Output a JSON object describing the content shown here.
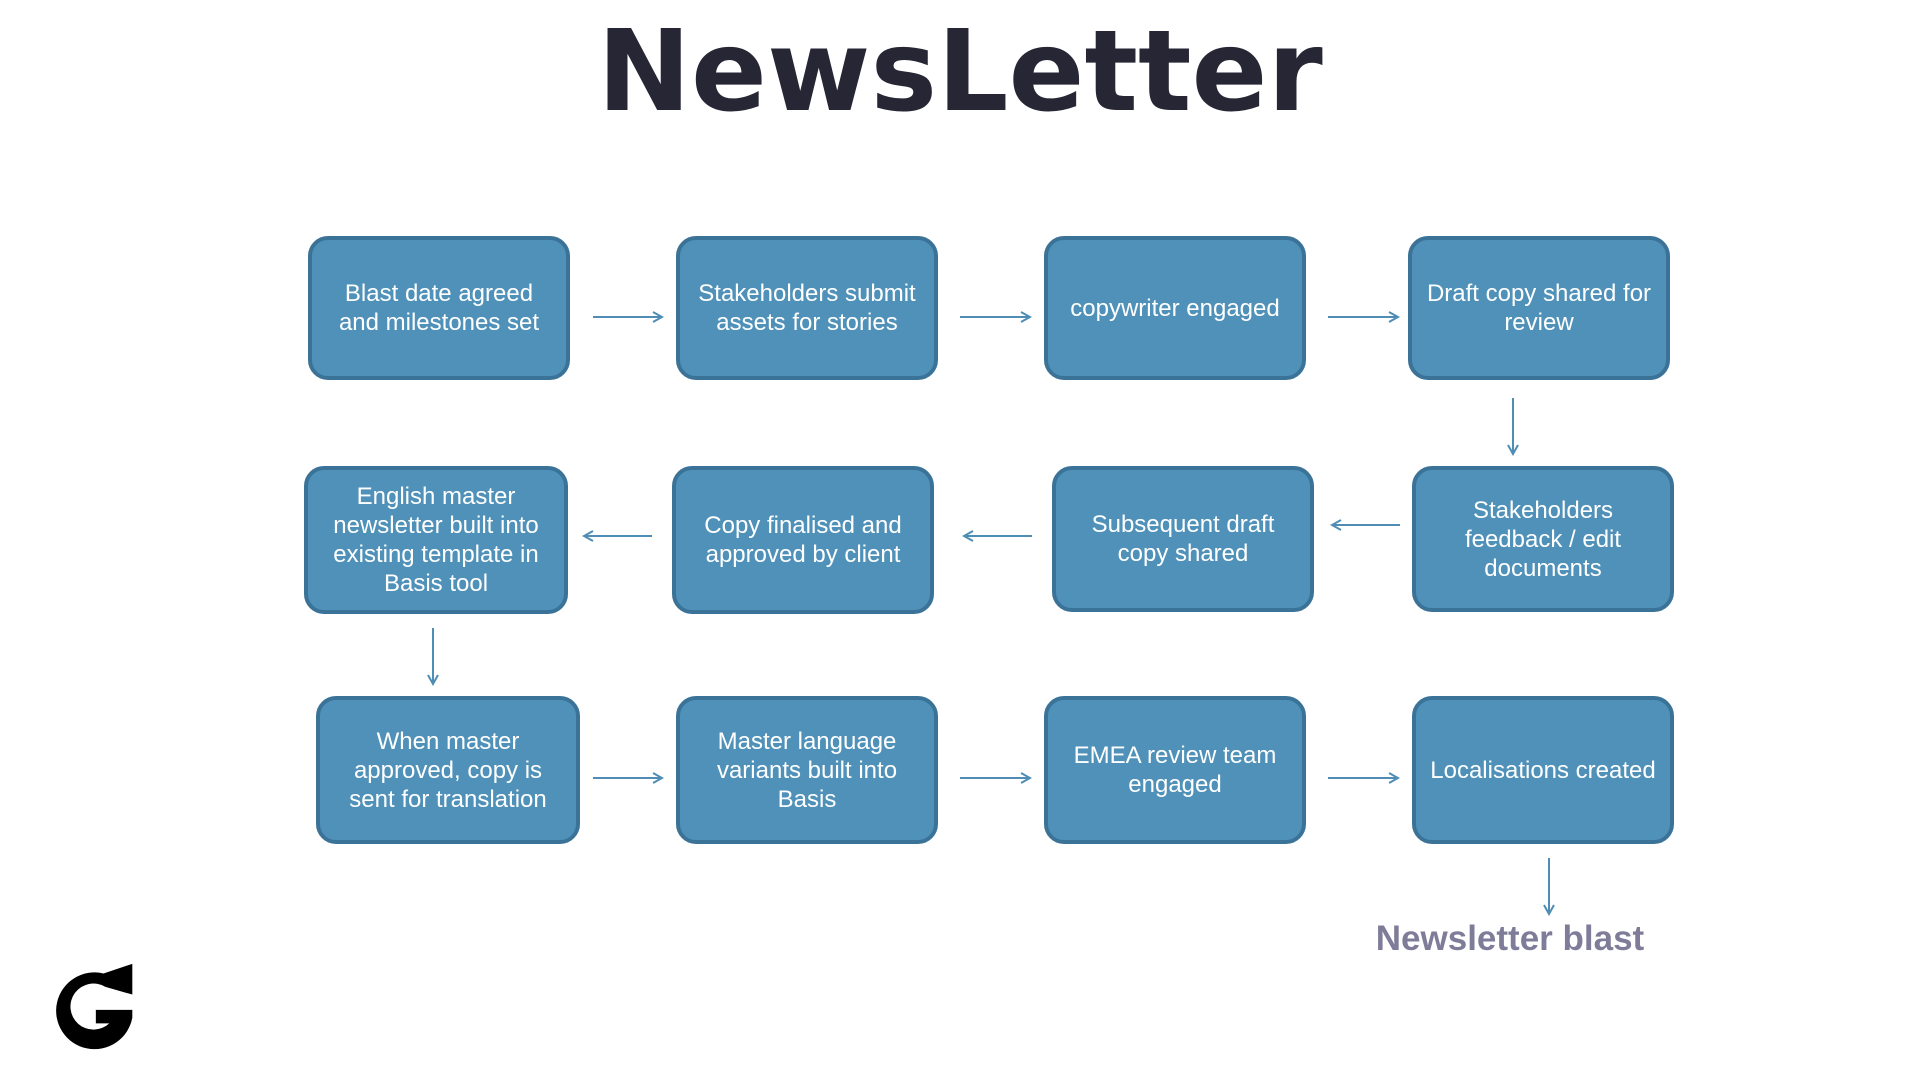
{
  "title": "NewsLetter",
  "steps": [
    {
      "id": 1,
      "text": "Blast date agreed and milestones set"
    },
    {
      "id": 2,
      "text": "Stakeholders submit assets for stories"
    },
    {
      "id": 3,
      "text": "copywriter engaged"
    },
    {
      "id": 4,
      "text": "Draft copy shared for review"
    },
    {
      "id": 5,
      "text": "Stakeholders feedback / edit documents"
    },
    {
      "id": 6,
      "text": "Subsequent draft copy shared"
    },
    {
      "id": 7,
      "text": "Copy finalised and approved by client"
    },
    {
      "id": 8,
      "text": "English master newsletter built into existing template in Basis tool"
    },
    {
      "id": 9,
      "text": "When master approved, copy is sent for translation"
    },
    {
      "id": 10,
      "text": "Master language variants built into Basis"
    },
    {
      "id": 11,
      "text": "EMEA review team engaged"
    },
    {
      "id": 12,
      "text": "Localisations created"
    }
  ],
  "end_label": "Newsletter blast",
  "logo": {
    "icon": "g-logo-icon"
  },
  "colors": {
    "title": "#272634",
    "box_fill": "#4f91b8",
    "box_border": "#3b7398",
    "box_text": "#ffffff",
    "arrow": "#4f8db5",
    "end_label": "#7f7c99",
    "logo": "#000000"
  }
}
